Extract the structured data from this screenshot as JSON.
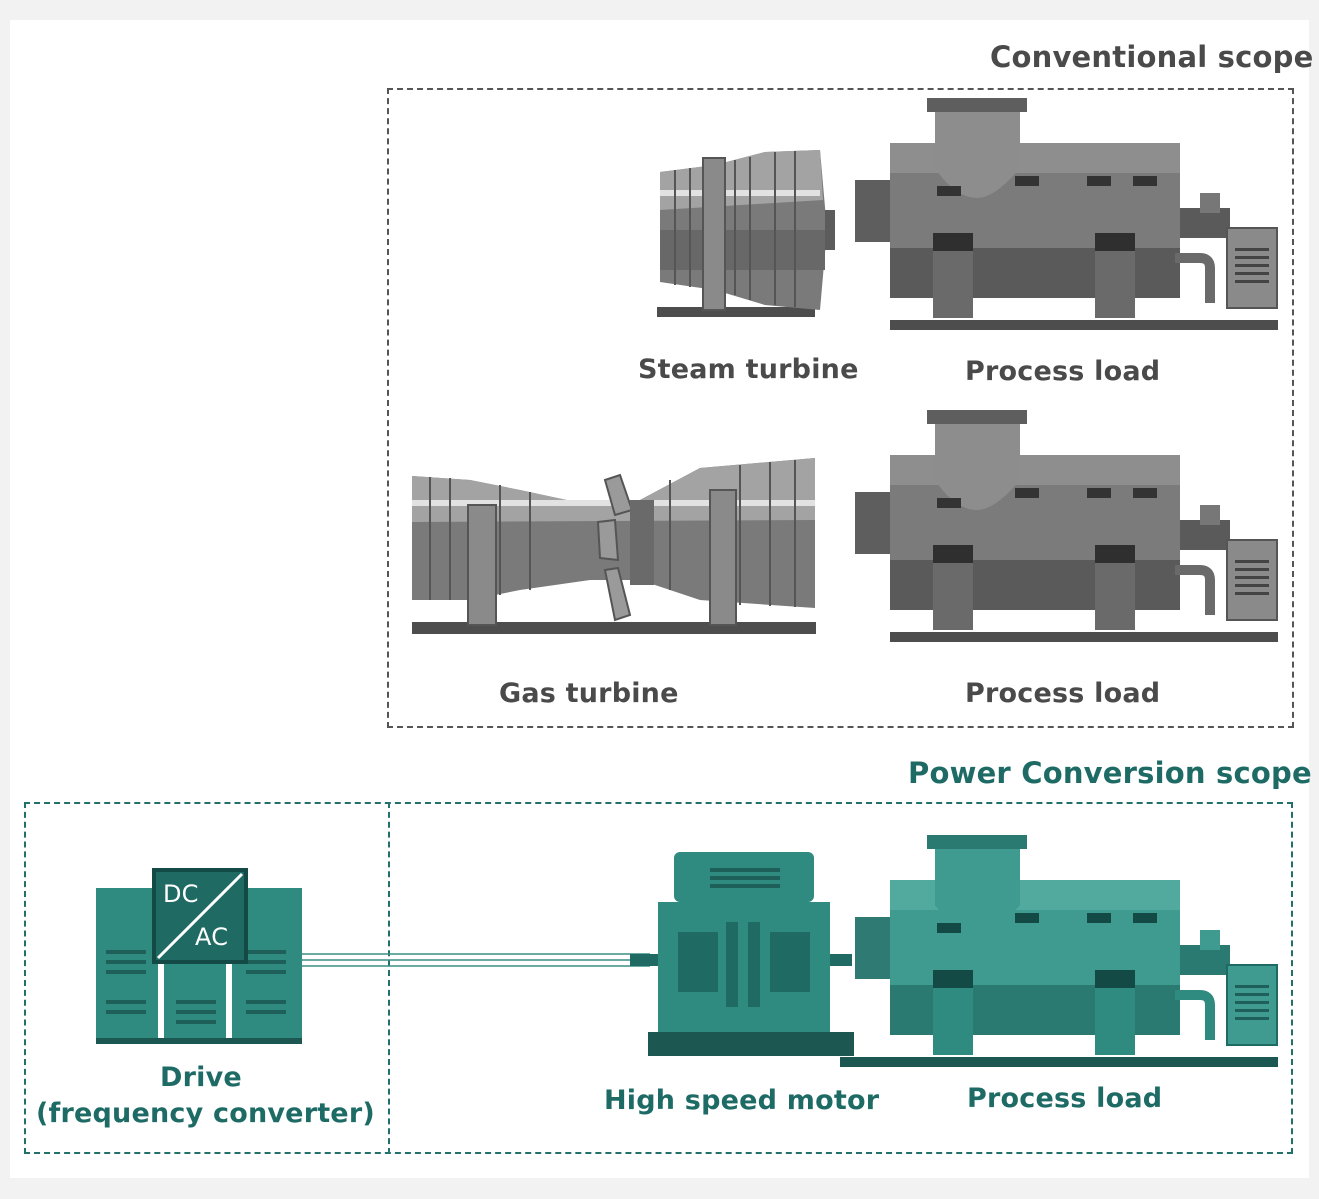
{
  "conventional": {
    "title": "Conventional scope",
    "steam_label": "Steam turbine",
    "process_label_1": "Process load",
    "gas_label": "Gas turbine",
    "process_label_2": "Process load"
  },
  "power_conversion": {
    "title": "Power Conversion scope",
    "drive_label_1": "Drive",
    "drive_label_2": "(frequency converter)",
    "drive_dc": "DC",
    "drive_ac": "AC",
    "motor_label": "High speed motor",
    "process_label": "Process load"
  },
  "colors": {
    "conventional": "#4a4a4a",
    "power_conversion": "#1e6b66"
  }
}
